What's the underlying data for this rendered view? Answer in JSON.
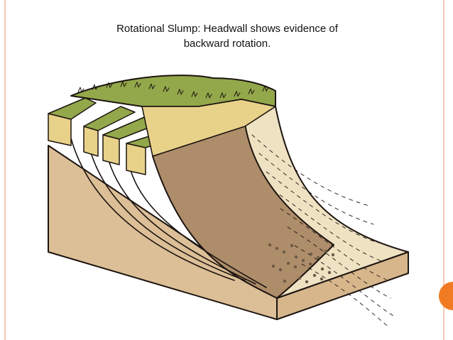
{
  "slide": {
    "caption_line1": "Rotational Slump: Headwall shows evidence of",
    "caption_line2": "backward rotation."
  },
  "colors": {
    "rule": "#f6c9b4",
    "accent": "#f07b22",
    "grass": "#93a84a",
    "soil": "#e8d28a",
    "bedrock": "#dcbf97",
    "slumped": "#ae8d6a",
    "undisturbed": "#efe2c2",
    "ink": "#1c1410"
  },
  "diagram": {
    "illustration": "rotational-slump-block-diagram",
    "decoration": "orange-half-circle-accent"
  }
}
